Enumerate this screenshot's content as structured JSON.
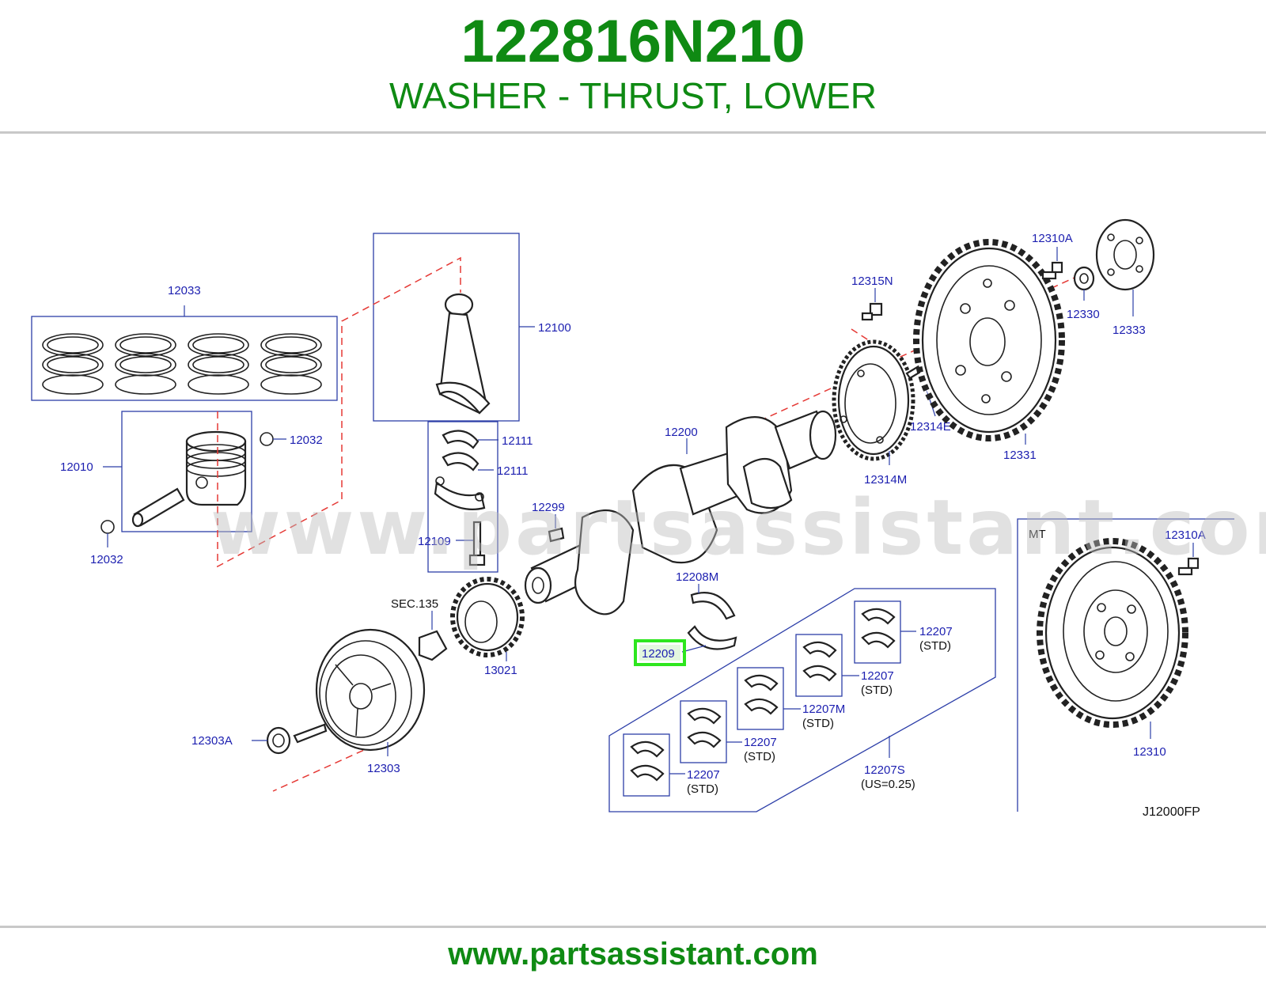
{
  "header": {
    "part_number": "122816N210",
    "description": "WASHER - THRUST, LOWER"
  },
  "footer": {
    "website": "www.partsassistant.com"
  },
  "watermark": "www.partsassistant.com",
  "diagram": {
    "code": "J12000FP",
    "section_mt": "MT",
    "highlight_color": "#2ee61f",
    "labels": {
      "l12033": "12033",
      "l12010": "12010",
      "l12032a": "12032",
      "l12032b": "12032",
      "l12100": "12100",
      "l12111a": "12111",
      "l12111b": "12111",
      "l12109": "12109",
      "l12299": "12299",
      "l12200": "12200",
      "l12208m": "12208M",
      "l12209": "12209",
      "l13021": "13021",
      "lsec135": "SEC.135",
      "l12303": "12303",
      "l12303a": "12303A",
      "l12315n": "12315N",
      "l12310a_top": "12310A",
      "l12330": "12330",
      "l12333": "12333",
      "l12314e": "12314E",
      "l12314m": "12314M",
      "l12331": "12331",
      "l12310a_mt": "12310A",
      "l12310": "12310",
      "l12207_1": "12207",
      "l12207_2": "12207",
      "l12207m": "12207M",
      "l12207_3": "12207",
      "l12207_4": "12207",
      "l12207s": "12207S",
      "std1": "(STD)",
      "std2": "(STD)",
      "std3": "(STD)",
      "std4": "(STD)",
      "std5": "(STD)",
      "us025": "(US=0.25)"
    }
  }
}
